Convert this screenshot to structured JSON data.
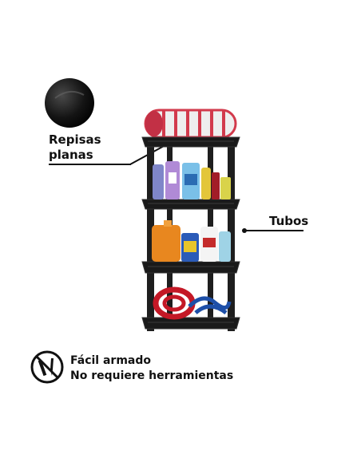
{
  "callouts": {
    "shelves_line1": "Repisas",
    "shelves_line2": "planas",
    "tubes": "Tubos"
  },
  "assembly": {
    "line1": "Fácil armado",
    "line2": "No requiere herramientas",
    "icon": "no-tools-icon"
  },
  "colors": {
    "shelf": "#1c1c1c",
    "towel_red": "#d23a4c",
    "detergent_orange": "#e8871f",
    "hose_red": "#c41826",
    "hose_blue": "#1d4fa8"
  }
}
